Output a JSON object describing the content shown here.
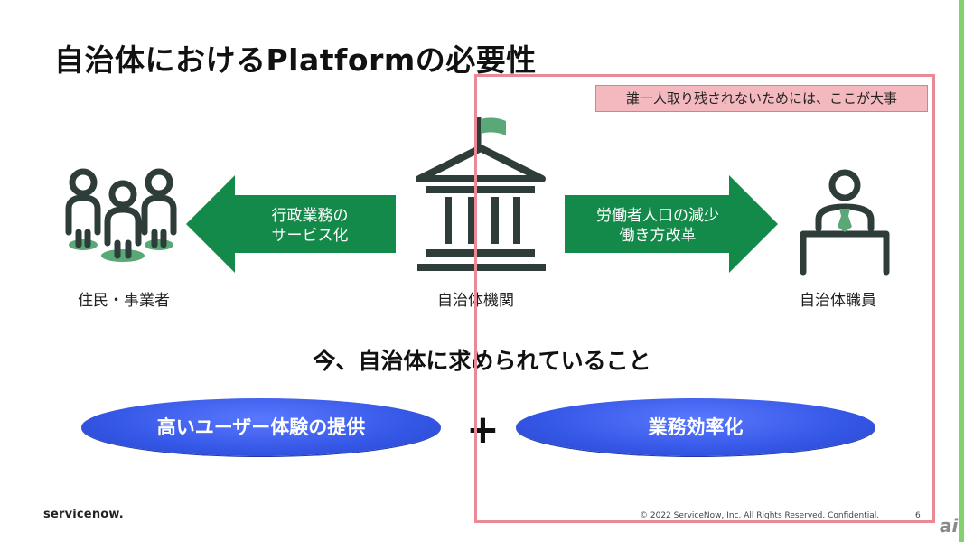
{
  "slide": {
    "title": "自治体におけるPlatformの必要性",
    "callout": "誰一人取り残されないためには、ここが大事",
    "left_arrow": {
      "line1": "行政業務の",
      "line2": "サービス化"
    },
    "right_arrow": {
      "line1": "労働者人口の減少",
      "line2": "働き方改革"
    },
    "captions": {
      "residents": "住民・事業者",
      "government": "自治体機関",
      "staff": "自治体職員"
    },
    "subheading": "今、自治体に求められていること",
    "pill_left": "高いユーザー体験の提供",
    "plus": "+",
    "pill_right": "業務効率化",
    "logo": "servicenow.",
    "footer": "© 2022 ServiceNow, Inc. All Rights Reserved. Confidential.",
    "page_number": "6",
    "watermark": "ai"
  },
  "colors": {
    "arrow_green": "#148a4a",
    "icon_dark": "#2f3d3a",
    "icon_accent": "#5aa878",
    "pill_blue": "#3557e6",
    "highlight_pink": "#e98a95",
    "callout_fill": "#f4b9bf",
    "rail_green": "#7fd36a"
  },
  "icons": [
    "people-group-icon",
    "government-building-icon",
    "office-worker-icon"
  ]
}
